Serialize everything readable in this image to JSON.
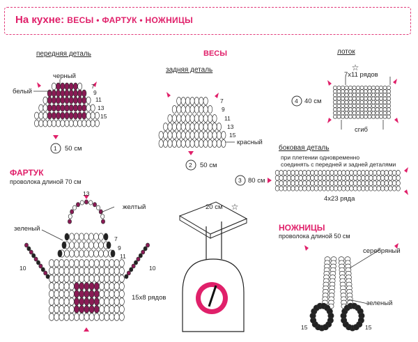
{
  "header": {
    "title": "На кухне:",
    "items": "ВЕСЫ • ФАРТУК • НОЖНИЦЫ"
  },
  "scales": {
    "section_title": "ВЕСЫ",
    "front": {
      "label": "передняя деталь",
      "black": "черный",
      "white": "белый",
      "rows": [
        "7",
        "9",
        "11",
        "13",
        "15"
      ],
      "step": "1",
      "length": "50 см"
    },
    "back": {
      "label": "задняя деталь",
      "rows": [
        "7",
        "9",
        "11",
        "13",
        "15"
      ],
      "red": "красный",
      "step": "2",
      "length": "50 см"
    }
  },
  "tray": {
    "label": "лоток",
    "rows_label": "7x11 рядов",
    "step": "4",
    "length": "40 см",
    "fold": "сгиб",
    "side": {
      "label": "боковая деталь",
      "note_line1": "при плетении одновременно",
      "note_line2": "соединять с передней и задней деталями",
      "step": "3",
      "length": "80 см",
      "rows_label": "4x23 ряда"
    }
  },
  "apron": {
    "section_title": "ФАРТУК",
    "wire": "проволока длиной 70 см",
    "top": "13",
    "yellow": "желтый",
    "green": "зеленый",
    "rows": [
      "7",
      "9",
      "11"
    ],
    "side_10_left": "10",
    "side_10_right": "10",
    "rows_label": "15x8 рядов"
  },
  "assembly": {
    "length": "20 см"
  },
  "scissors": {
    "section_title": "НОЖНИЦЫ",
    "wire": "проволока длиной 50 см",
    "silver": "серебряный",
    "green": "зеленый",
    "left_15": "15",
    "right_15": "15"
  },
  "colors": {
    "accent": "#e0206a",
    "magenta_fill": "#8a1a55",
    "bead_black": "#222222",
    "bead_white": "#ffffff"
  }
}
